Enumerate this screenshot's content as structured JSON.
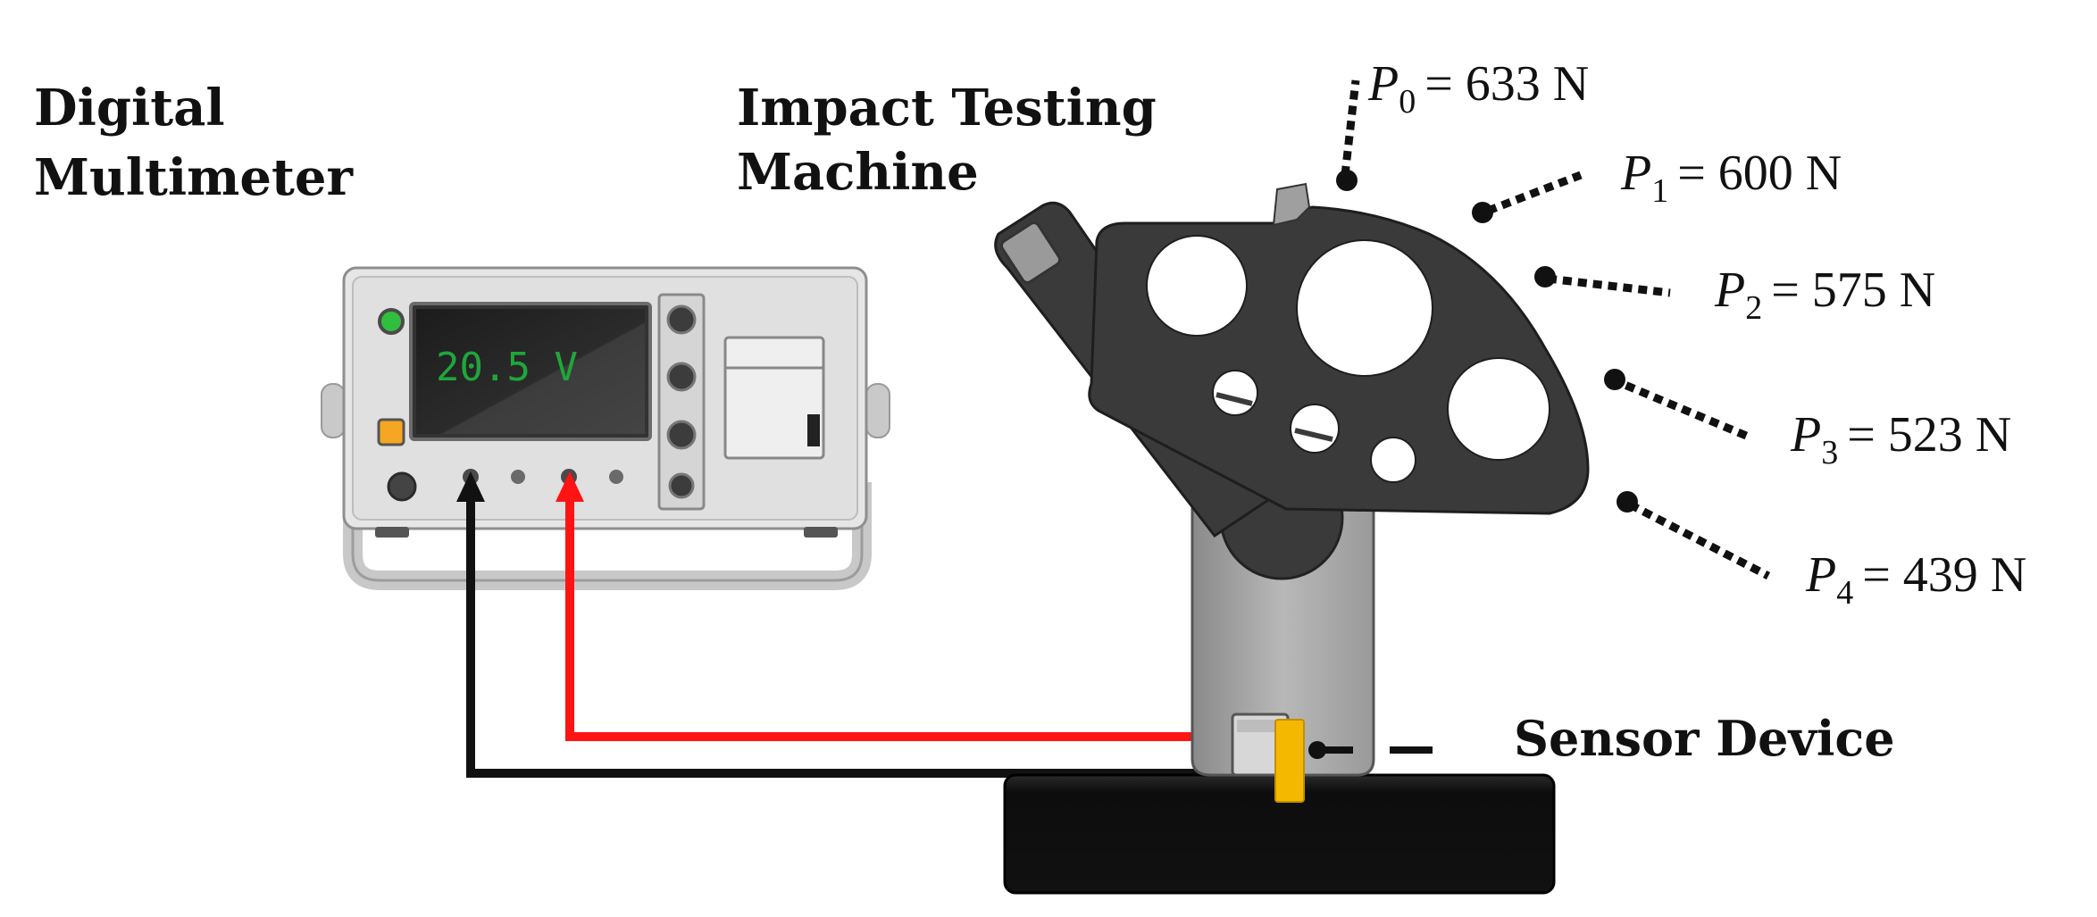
{
  "labels": {
    "multimeter": [
      "Digital",
      "Multimeter"
    ],
    "machine": [
      "Impact Testing",
      "Machine"
    ],
    "sensor": "Sensor Device"
  },
  "multimeter": {
    "reading": "20.5 V",
    "display_color": "#1fa63a"
  },
  "forces": [
    {
      "symbol": "P",
      "subscript": "0",
      "value": "= 633 N"
    },
    {
      "symbol": "P",
      "subscript": "1",
      "value": "= 600 N"
    },
    {
      "symbol": "P",
      "subscript": "2",
      "value": "= 575 N"
    },
    {
      "symbol": "P",
      "subscript": "3",
      "value": "= 523 N"
    },
    {
      "symbol": "P",
      "subscript": "4",
      "value": "= 439 N"
    }
  ],
  "wires": {
    "positive_color": "#ff1414",
    "negative_color": "#111111"
  },
  "colors": {
    "pendulum": "#3a3a3a",
    "base": "#111111",
    "sensor": "#f5b800",
    "arm": "#b0b0b0"
  }
}
